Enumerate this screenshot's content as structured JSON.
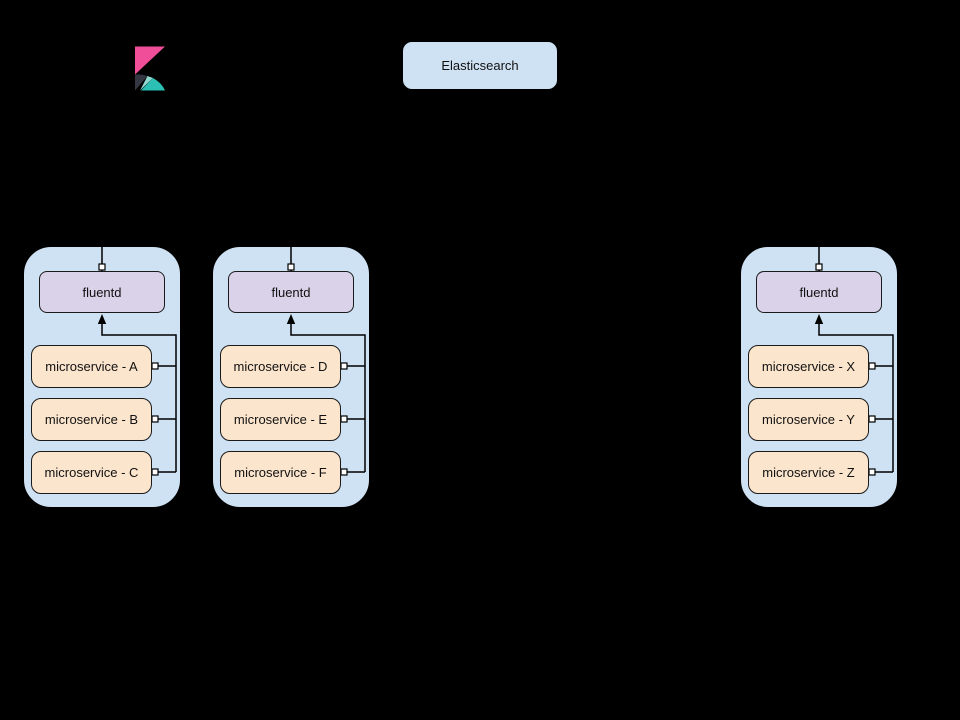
{
  "diagram": {
    "kind": "architecture-diagram",
    "description": "EFK logging stack: microservices ship logs to per-node fluentd agents which forward to Elasticsearch (Kibana logo shown top-left)"
  },
  "colors": {
    "background": "#000000",
    "node_container_fill": "#cfe2f3",
    "node_container_border": "#000000",
    "fluentd_fill": "#d9d2e9",
    "microservice_fill": "#fce5cd",
    "elasticsearch_fill": "#cfe2f3",
    "box_border": "#1a1a1a",
    "connector_line": "#000000",
    "kibana_pink": "#f04e98",
    "kibana_dark": "#343741",
    "kibana_teal": "#2cbfb4",
    "kibana_teal_light": "#8ed8d0"
  },
  "elasticsearch": {
    "label": "Elasticsearch"
  },
  "kibana": {
    "icon": "kibana-logo"
  },
  "nodes": [
    {
      "fluentd": "fluentd",
      "microservices": [
        "microservice - A",
        "microservice - B",
        "microservice - C"
      ]
    },
    {
      "fluentd": "fluentd",
      "microservices": [
        "microservice - D",
        "microservice - E",
        "microservice - F"
      ]
    },
    {
      "fluentd": "fluentd",
      "microservices": [
        "microservice - X",
        "microservice - Y",
        "microservice - Z"
      ]
    }
  ]
}
